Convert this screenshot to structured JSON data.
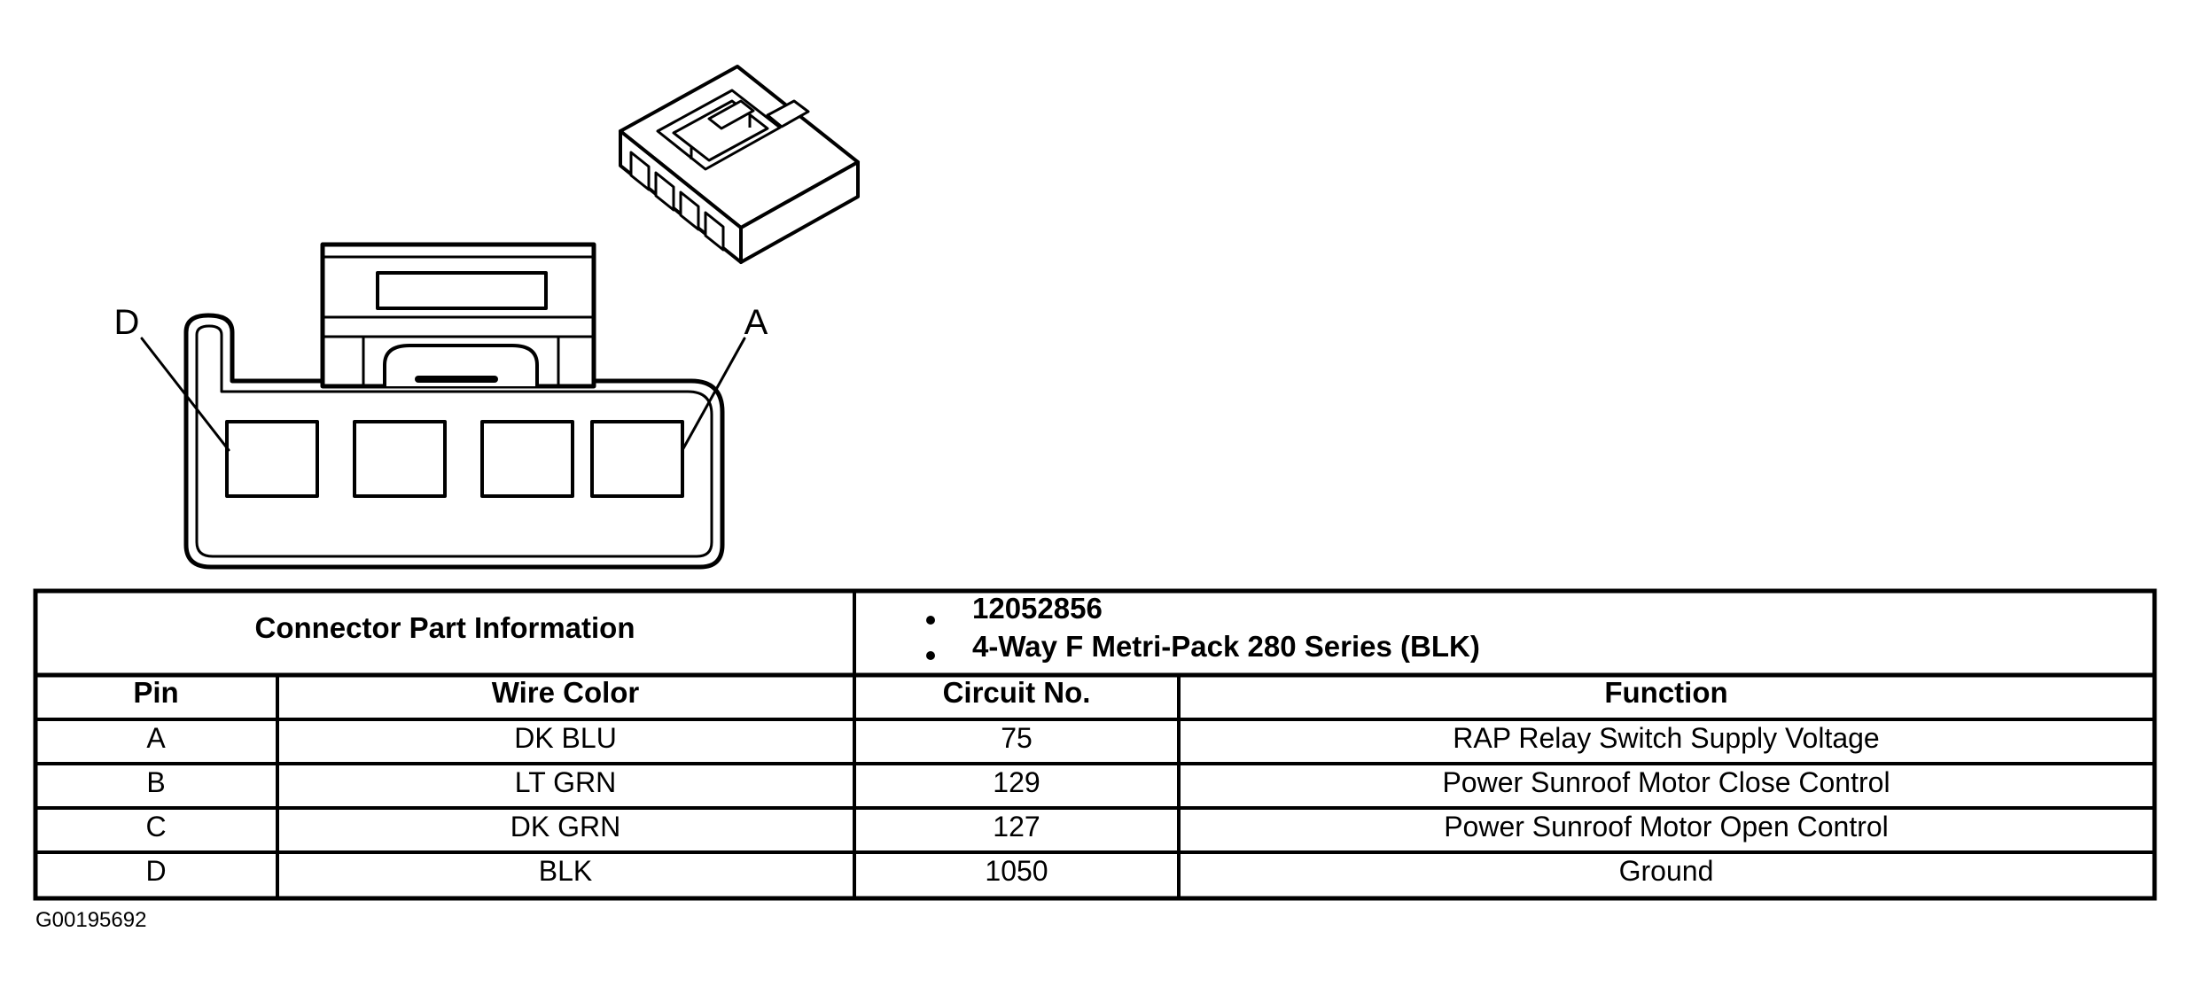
{
  "connector": {
    "pin_labels": {
      "left": "D",
      "right": "A"
    }
  },
  "table": {
    "part_info_label": "Connector Part Information",
    "part_info_items": [
      "12052856",
      "4-Way F Metri-Pack 280 Series (BLK)"
    ],
    "headers": {
      "pin": "Pin",
      "wire_color": "Wire Color",
      "circuit_no": "Circuit No.",
      "function": "Function"
    },
    "rows": [
      {
        "pin": "A",
        "wire_color": "DK BLU",
        "circuit_no": "75",
        "function": "RAP Relay Switch Supply Voltage"
      },
      {
        "pin": "B",
        "wire_color": "LT GRN",
        "circuit_no": "129",
        "function": "Power Sunroof Motor Close Control"
      },
      {
        "pin": "C",
        "wire_color": "DK GRN",
        "circuit_no": "127",
        "function": "Power Sunroof Motor Open Control"
      },
      {
        "pin": "D",
        "wire_color": "BLK",
        "circuit_no": "1050",
        "function": "Ground"
      }
    ]
  },
  "figure_id": "G00195692"
}
